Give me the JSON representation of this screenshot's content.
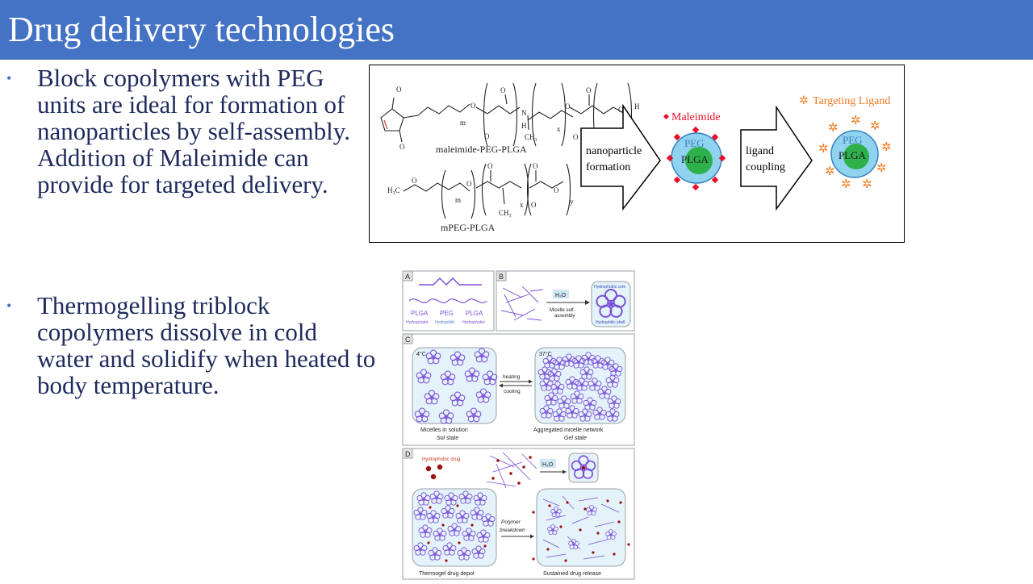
{
  "slide": {
    "title": "Drug delivery technologies"
  },
  "bullets": [
    {
      "text": "Block copolymers with PEG\nunits are ideal for formation of\nnanoparticles by self-assembly.\nAddition of Maleimide can\nprovide for targeted delivery."
    },
    {
      "text": "Thermogelling triblock\ncopolymers dissolve in cold\nwater and solidify when heated to\nbody temperature."
    }
  ],
  "figure1": {
    "molecule1_label": "maleimide-PEG-PLGA",
    "molecule2_label": "mPEG-PLGA",
    "arrow1_line1": "nanoparticle",
    "arrow1_line2": "formation",
    "arrow2_line1": "ligand",
    "arrow2_line2": "coupling",
    "maleimide_label": "Maleimide",
    "ligand_label": "Targeting Ligand",
    "peg_label": "PEG",
    "plga_label": "PLGA",
    "atoms": {
      "o": "O",
      "n": "N",
      "h": "H",
      "ch3": "CH₃",
      "h3c": "H₃C",
      "m": "m",
      "x": "x",
      "y": "y"
    },
    "colors": {
      "maleimide": "#e8102a",
      "ligand": "#f07a1e",
      "shell": "#8fd3ef",
      "core": "#2eb04b",
      "shell_text": "#3a7fbf"
    }
  },
  "figure2": {
    "panel_a": {
      "letter": "A",
      "labels": [
        "PLGA",
        "PEG",
        "PLGA"
      ],
      "sublabels": [
        "Hydrophobic",
        "Hydrophilic",
        "Hydrophobic"
      ]
    },
    "panel_b": {
      "letter": "B",
      "water": "H₂O",
      "process_line1": "Micelle self-",
      "process_line2": "assembly",
      "core_label": "Hydrophobic core",
      "shell_label": "Hydrophilic shell"
    },
    "panel_c": {
      "letter": "C",
      "temp_cold": "4°C",
      "temp_warm": "37°C",
      "heating": "heating",
      "cooling": "cooling",
      "left_line1": "Micelles in solution",
      "left_line2": "Sol state",
      "right_line1": "Aggregated micelle network",
      "right_line2": "Gel state"
    },
    "panel_d": {
      "letter": "D",
      "drug_label": "Hydrophobic drug",
      "water": "H₂O",
      "process_line1": "Polymer",
      "process_line2": "breakdown",
      "left_caption": "Thermogel drug depot",
      "right_caption": "Sustained drug release"
    },
    "colors": {
      "polymer": "#7b4fd8",
      "drug": "#9b1010",
      "frame": "#9aa0a6",
      "box": "#cfe6f3"
    }
  }
}
